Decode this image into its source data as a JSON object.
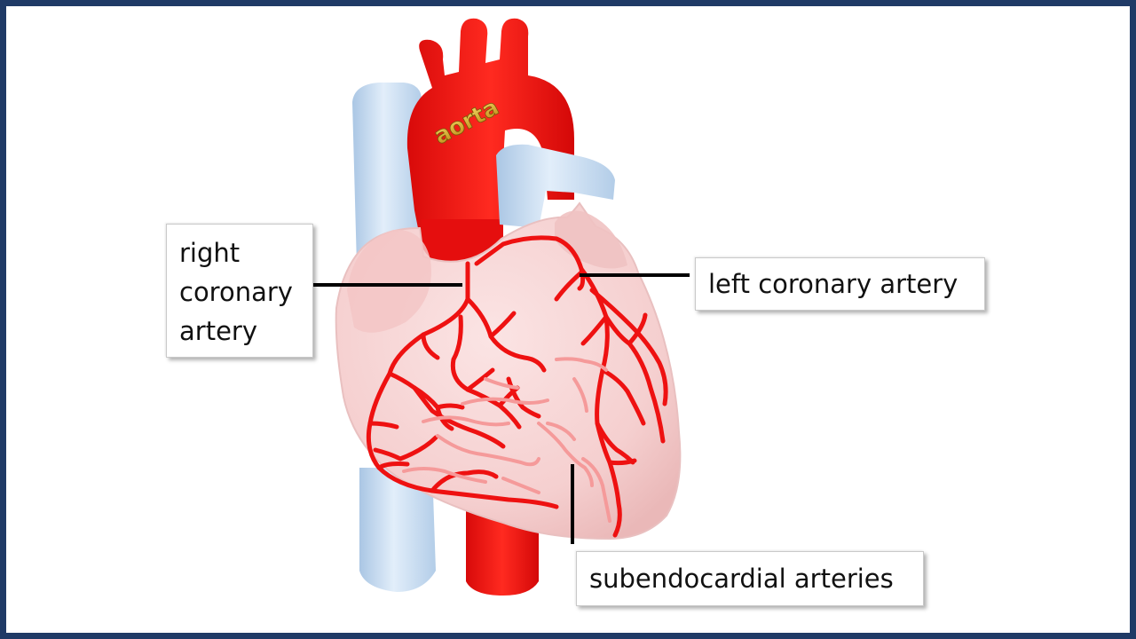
{
  "diagram": {
    "heart_labels": {
      "aorta": "aorta",
      "right_coronary_artery": [
        "right",
        "coronary",
        "artery"
      ],
      "left_coronary_artery": "left coronary artery",
      "subendocardial_arteries": "subendocardial arteries"
    },
    "colors": {
      "frame_border": "#1f3a66",
      "aorta": "#f01010",
      "vena_cava": "#c9def0",
      "heart_body": "#f6d3d3",
      "coronary_vessels": "#ee1111",
      "subendocardial_vessels": "#f59a9a",
      "aorta_text": "#d8a818"
    }
  }
}
